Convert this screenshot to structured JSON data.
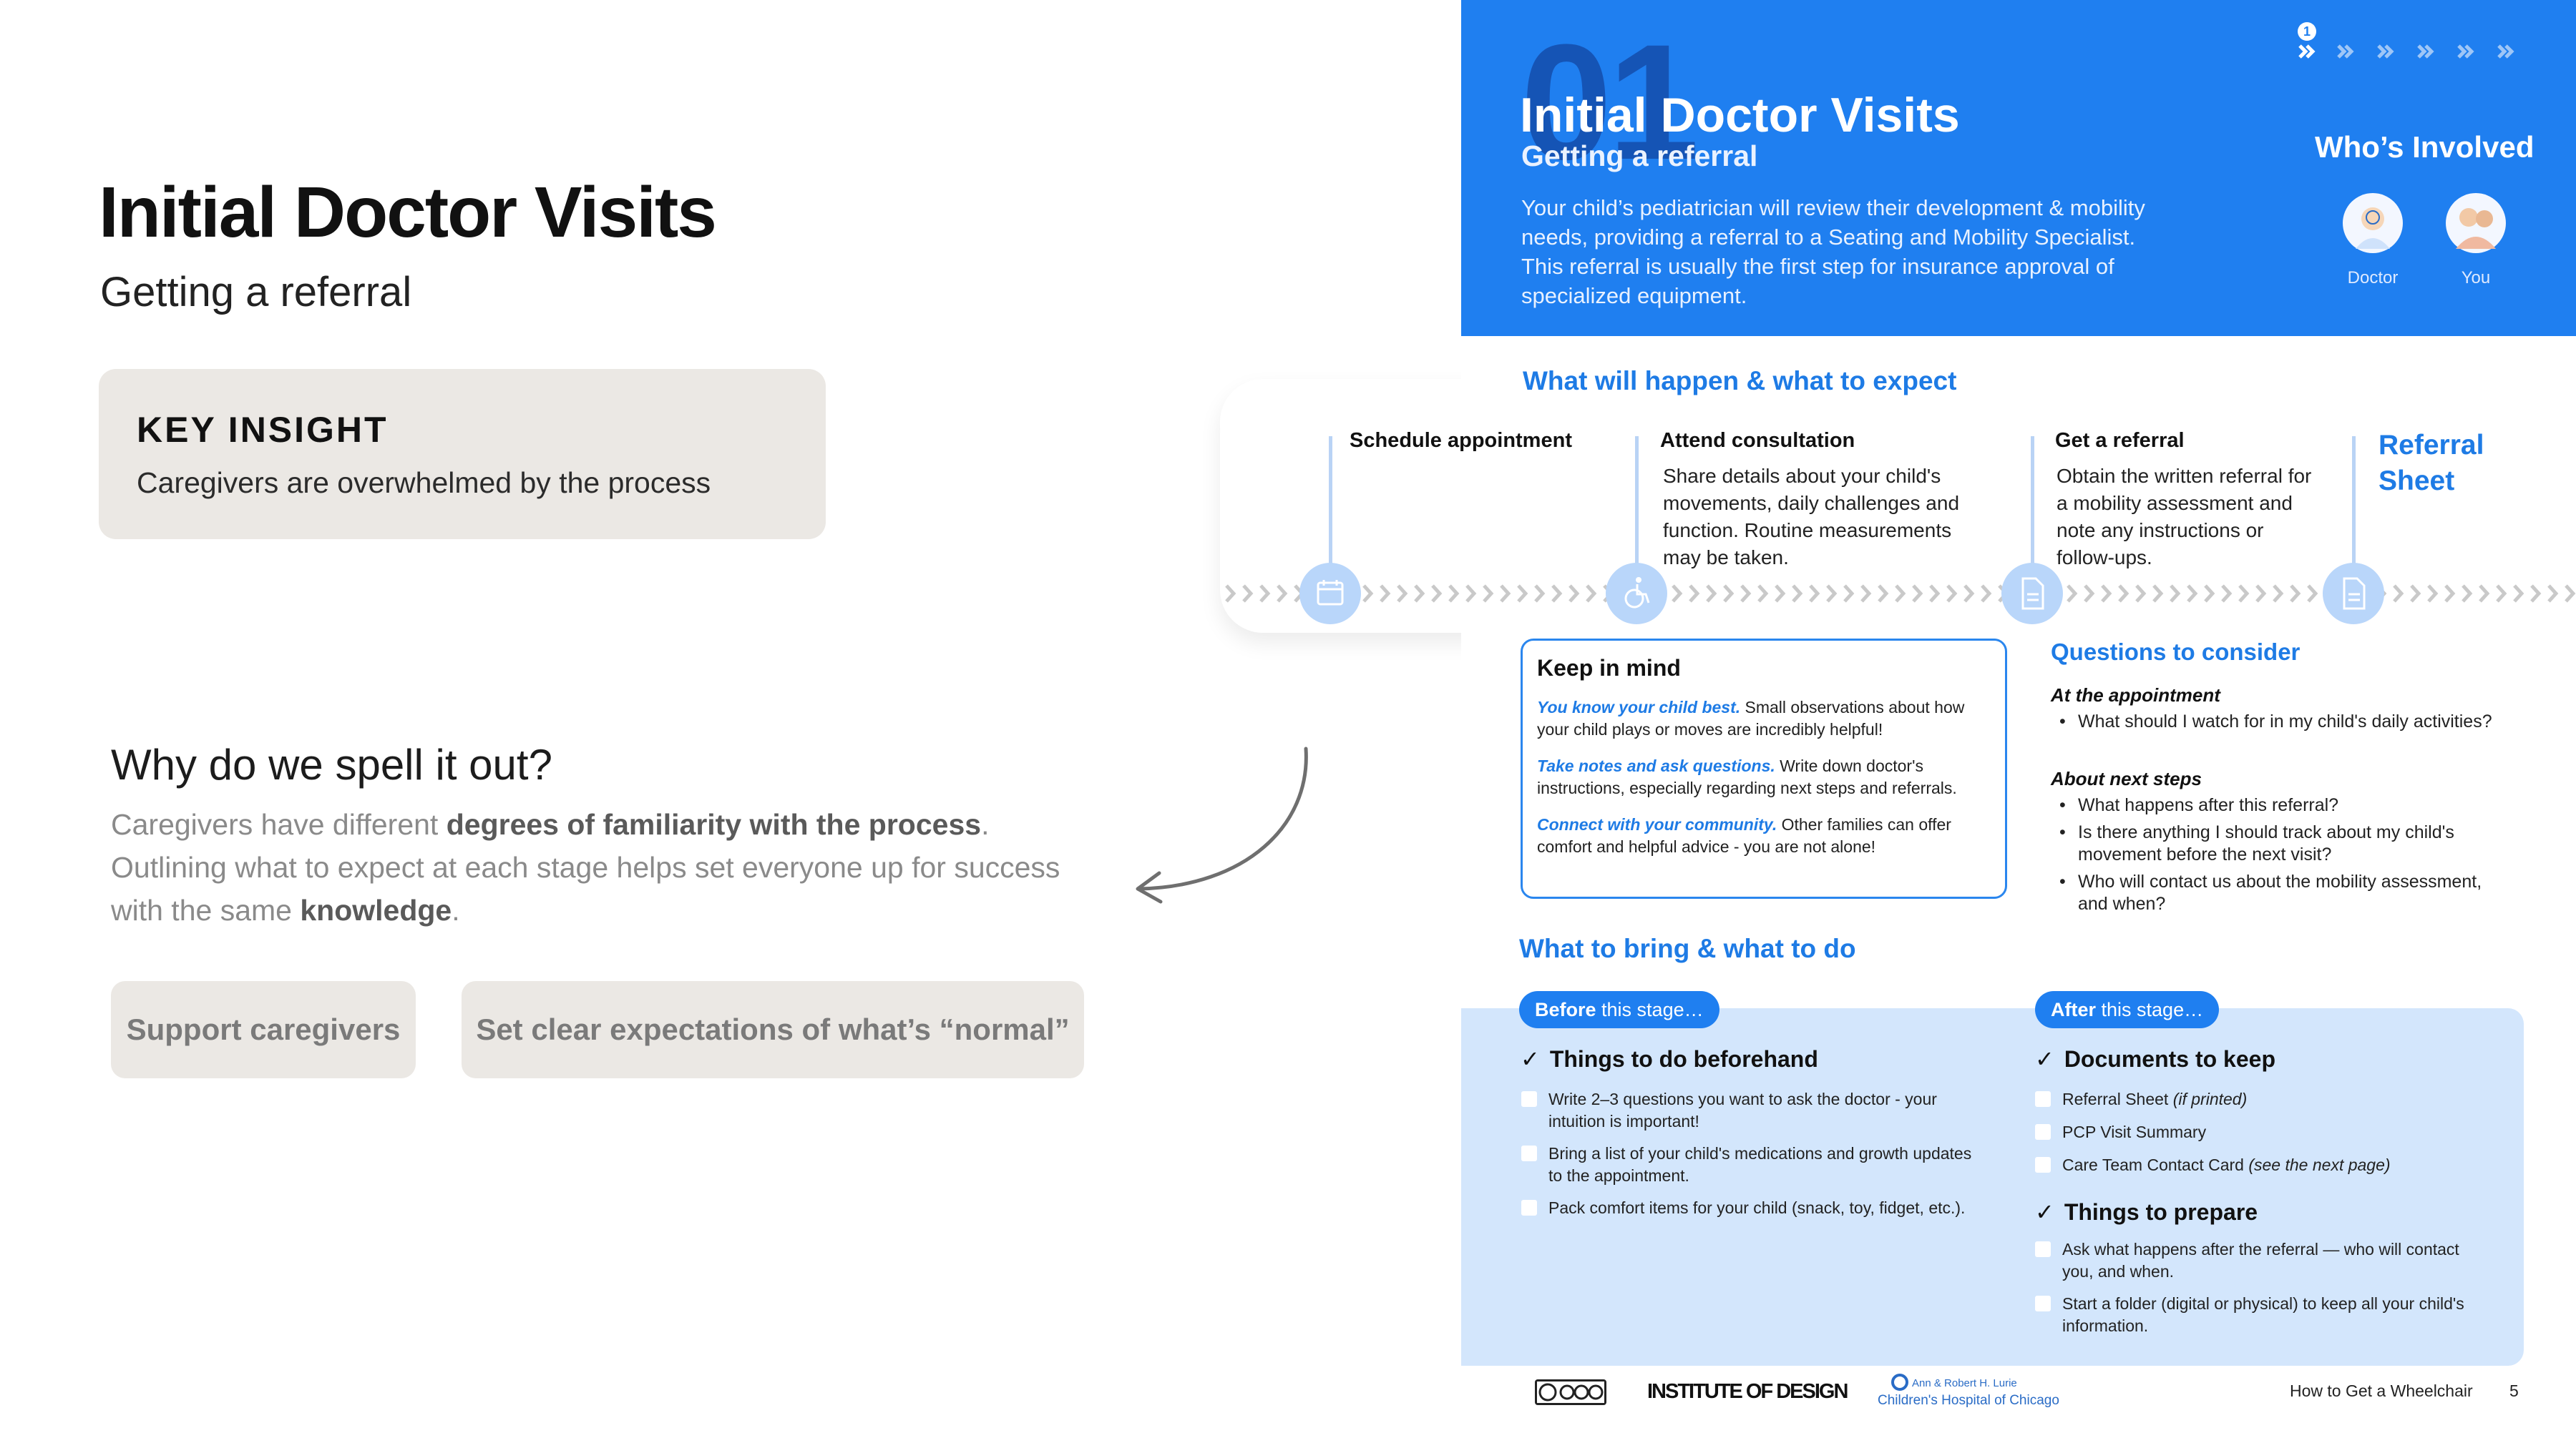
{
  "slide": {
    "title": "Initial Doctor Visits",
    "subtitle": "Getting a referral",
    "insight": {
      "label": "KEY INSIGHT",
      "text": "Caregivers are overwhelmed by the process"
    },
    "why_heading": "Why do we spell it out?",
    "why_body": {
      "part1": "Caregivers have different ",
      "bold1": "degrees of familiarity with the process",
      "part2": ". Outlining what to expect at each stage helps set everyone up for success with the same ",
      "bold2": "knowledge",
      "part3": "."
    },
    "chips": [
      "Support caregivers",
      "Set clear expectations of what’s “normal”"
    ]
  },
  "page": {
    "number_watermark": "01",
    "title": "Initial Doctor Visits",
    "subtitle": "Getting a referral",
    "intro": "Your child’s pediatrician will review their development & mobility needs, providing a referral to a Seating and Mobility Specialist. This referral is usually the first step for insurance approval of specialized equipment.",
    "whos_involved": {
      "title": "Who’s Involved",
      "roles": [
        "Doctor",
        "You"
      ]
    },
    "progress": {
      "current": "1",
      "total_steps": 6
    },
    "expect_heading": "What will happen & what to expect",
    "steps": [
      {
        "title": "Schedule appointment",
        "desc": ""
      },
      {
        "title": "Attend consultation",
        "desc": "Share details about your child's movements, daily challenges and function. Routine measurements may be taken."
      },
      {
        "title": "Get a referral",
        "desc": "Obtain the written referral for a mobility assessment and note any instructions or follow-ups."
      }
    ],
    "referral_sheet": "Referral Sheet",
    "keep_in_mind": {
      "title": "Keep in mind",
      "items": [
        {
          "lead": "You know your child best.",
          "text": " Small observations about how your child plays or moves are incredibly helpful!"
        },
        {
          "lead": "Take notes and ask questions.",
          "text": " Write down doctor's instructions, especially regarding next steps and referrals."
        },
        {
          "lead": "Connect with your community.",
          "text": " Other families can offer comfort and helpful advice - you are not alone!"
        }
      ]
    },
    "questions": {
      "heading": "Questions to consider",
      "groups": [
        {
          "title": "At the appointment",
          "items": [
            "What should I watch for in my child's daily activities?"
          ]
        },
        {
          "title": "About next steps",
          "items": [
            "What happens after this referral?",
            "Is there anything I should track about my child's movement before the next visit?",
            "Who will contact us about the mobility assessment, and when?"
          ]
        }
      ]
    },
    "bring_heading": "What to bring & what to do",
    "before": {
      "pill_bold": "Before",
      "pill_rest": " this stage…",
      "heading": "Things to do beforehand",
      "items": [
        "Write 2–3 questions you want to ask the doctor - your intuition is important!",
        "Bring a list of your child's medications and growth updates to the appointment.",
        "Pack comfort items for your child (snack, toy, fidget, etc.)."
      ]
    },
    "after": {
      "pill_bold": "After",
      "pill_rest": " this stage…",
      "docs_heading": "Documents to keep",
      "docs": [
        {
          "text": "Referral Sheet ",
          "note": "(if printed)"
        },
        {
          "text": "PCP Visit Summary",
          "note": ""
        },
        {
          "text": "Care Team Contact Card ",
          "note": "(see the next page)"
        }
      ],
      "prepare_heading": "Things to prepare",
      "prepare": [
        "Ask what happens after the referral — who will contact you, and when.",
        "Start a folder (digital or physical) to keep all your child's information."
      ]
    },
    "footer": {
      "institute": "INSTITUTE OF DESIGN",
      "lurie_line1": "Ann & Robert H. Lurie",
      "lurie_line2": "Children's Hospital of Chicago",
      "guide": "How to Get a Wheelchair",
      "page_number": "5"
    },
    "colors": {
      "brand_blue": "#1f7ff0",
      "light_blue": "#d3e6fc",
      "watermark": "#1552b2"
    }
  }
}
